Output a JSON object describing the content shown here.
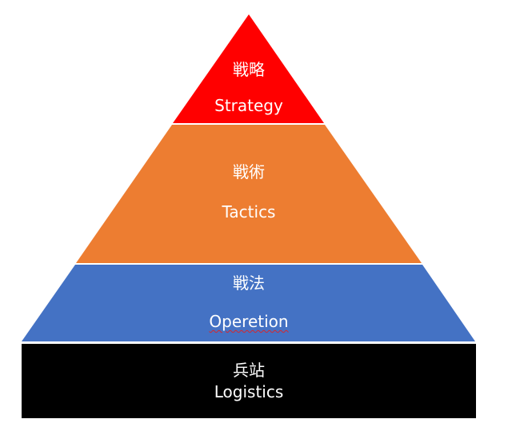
{
  "colors": {
    "strategy": "#ff0000",
    "tactics": "#ed7d31",
    "operation": "#4472c4",
    "logistics": "#000000",
    "separator": "#ffffff",
    "text": "#ffffff"
  },
  "tiers": [
    {
      "id": "strategy",
      "jp": "戦略",
      "en": "Strategy"
    },
    {
      "id": "tactics",
      "jp": "戦術",
      "en": "Tactics"
    },
    {
      "id": "operation",
      "jp": "戦法",
      "en": "Operetion"
    },
    {
      "id": "logistics",
      "jp": "兵站",
      "en": "Logistics"
    }
  ]
}
